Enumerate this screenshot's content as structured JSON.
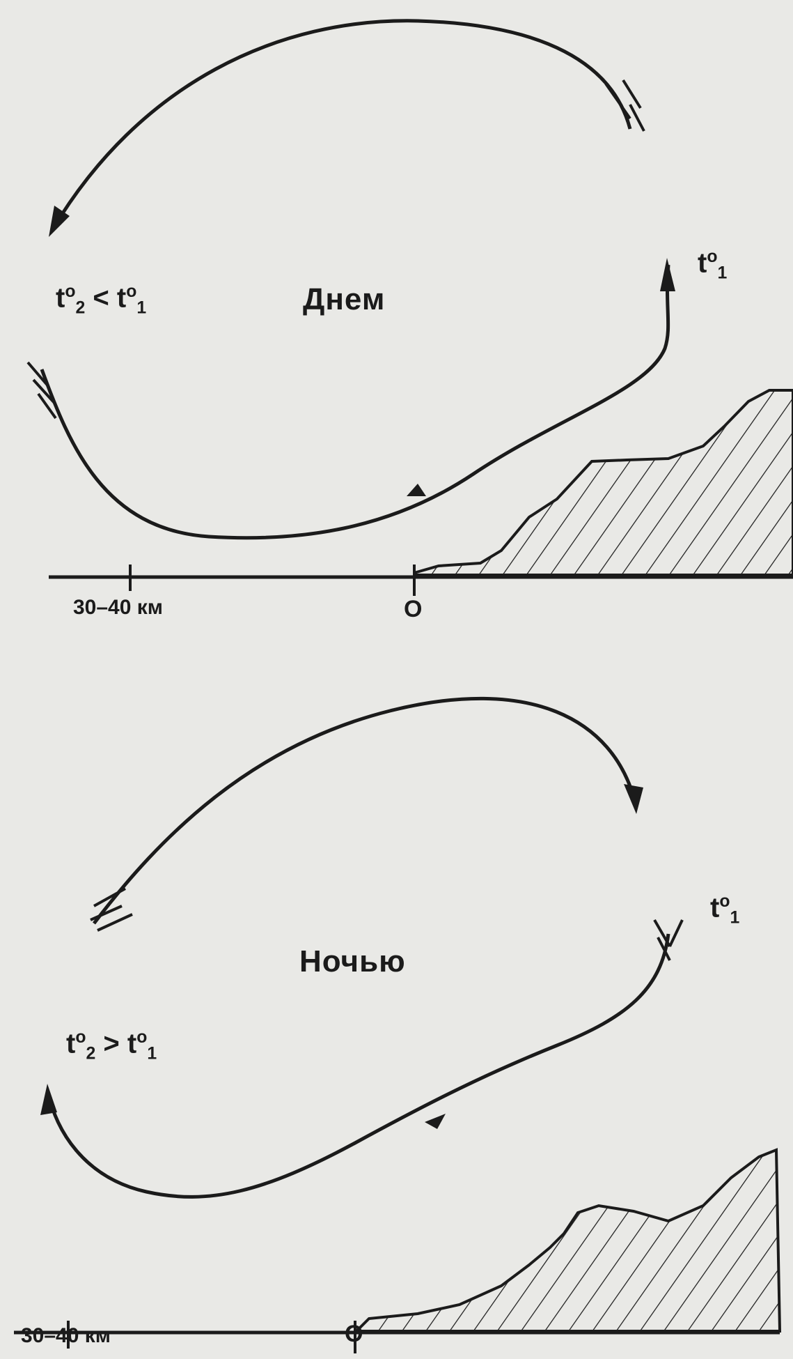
{
  "day": {
    "title": "Днем",
    "condition": {
      "pre": "t",
      "sup1": "o",
      "sub1": "2",
      "op": " < t",
      "sup2": "o",
      "sub2": "1"
    },
    "land_temp": {
      "pre": "t",
      "sup": "o",
      "sub": "1"
    },
    "distance_label": "30–40 км",
    "origin_label": "O"
  },
  "night": {
    "title": "Ночью",
    "condition": {
      "pre": "t",
      "sup1": "o",
      "sub1": "2",
      "op": " > t",
      "sup2": "o",
      "sub2": "1"
    },
    "land_temp": {
      "pre": "t",
      "sup": "o",
      "sub": "1"
    },
    "distance_label": "30–40 км",
    "origin_label": "O"
  },
  "colors": {
    "ink": "#1b1b1b",
    "paper": "#e9e9e6"
  }
}
